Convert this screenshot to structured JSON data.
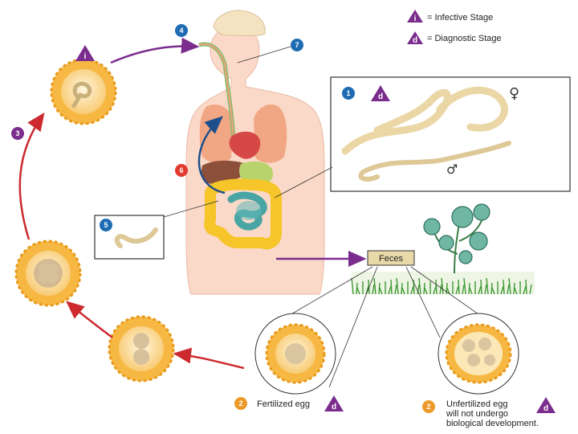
{
  "legend": {
    "infective": "= Infective Stage",
    "diagnostic": "= Diagnostic Stage",
    "infective_letter": "i",
    "diagnostic_letter": "d"
  },
  "steps": {
    "s1": "1",
    "s2a": "2",
    "s2b": "2",
    "s3": "3",
    "s4": "4",
    "s5": "5",
    "s6": "6",
    "s7": "7"
  },
  "labels": {
    "feces": "Feces",
    "fertilized_egg": "Fertilized egg",
    "unfertilized_line1": "Unfertilized egg",
    "unfertilized_line2": "will not undergo",
    "unfertilized_line3": "biological development."
  },
  "symbols": {
    "female": "♀",
    "male": "♂"
  },
  "colors": {
    "purple": "#7b2d8e",
    "red_arrow": "#cc2a2f",
    "blue_badge": "#1f6cb3",
    "orange_badge": "#ec9a2a",
    "red_badge": "#e23a2e",
    "egg_outer": "#f7b843",
    "egg_inner": "#fce8b6",
    "worm": "#ead7a5",
    "body_skin": "#fbd9c8"
  }
}
